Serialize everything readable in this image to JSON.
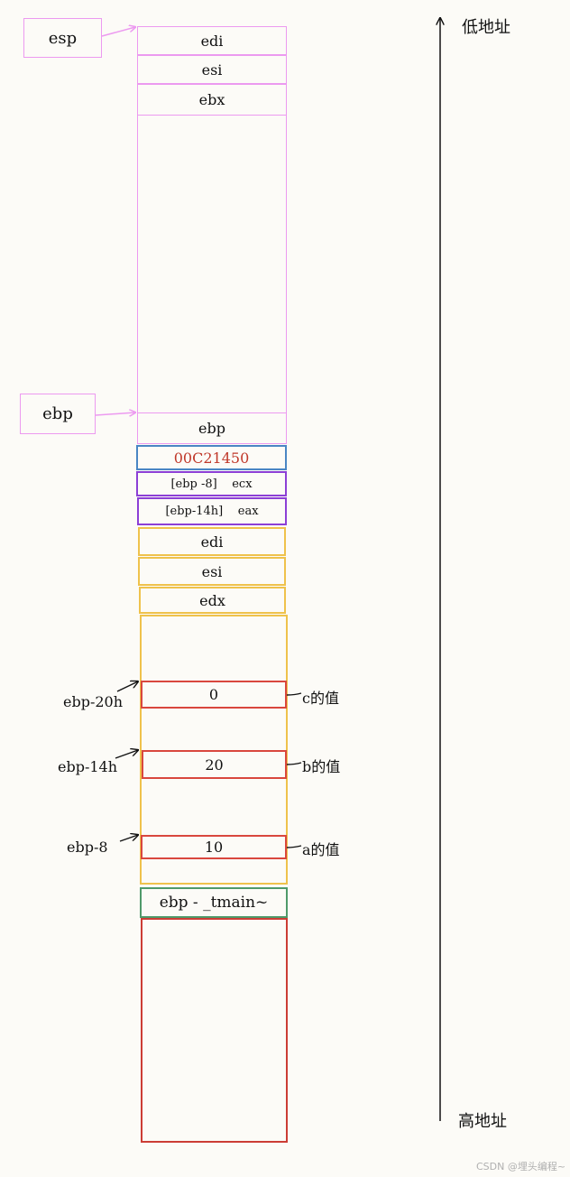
{
  "pointers": {
    "esp": "esp",
    "ebp": "ebp"
  },
  "axis": {
    "top": "低地址",
    "bottom": "高地址"
  },
  "frame_top": {
    "cells": [
      "edi",
      "esi",
      "ebx",
      "ebp"
    ]
  },
  "return_address": "00C21450",
  "params": {
    "ecx_row": "[ebp -8]    ecx",
    "eax_row": "[ebp-14h]    eax"
  },
  "frame_bottom": {
    "cells": [
      "edi",
      "esi",
      "edx"
    ]
  },
  "locals": [
    {
      "offset": "ebp-20h",
      "value": "0",
      "note": "c的值"
    },
    {
      "offset": "ebp-14h",
      "value": "20",
      "note": "b的值"
    },
    {
      "offset": "ebp-8",
      "value": "10",
      "note": "a的值"
    }
  ],
  "main_frame": "ebp - _tmain~",
  "watermark": "CSDN @埋头编程~"
}
